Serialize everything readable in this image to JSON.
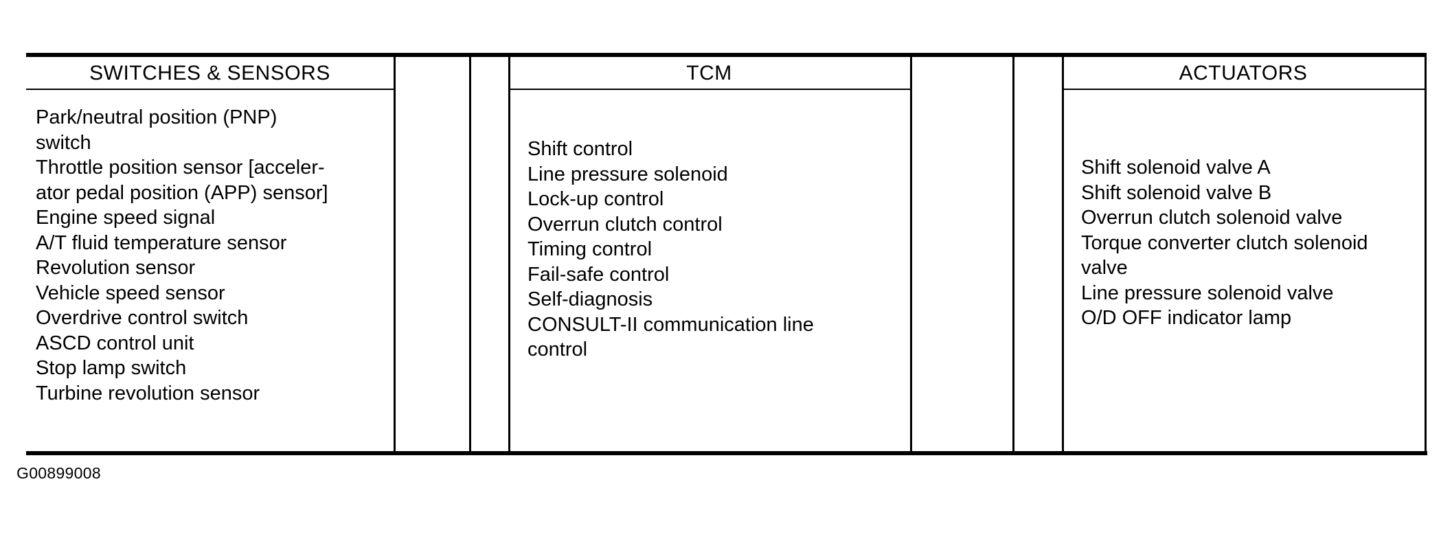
{
  "diagram": {
    "caption": "G00899008",
    "columns": [
      {
        "id": "switches-sensors",
        "title": "SWITCHES & SENSORS",
        "items": [
          "Park/neutral position (PNP)\nswitch",
          "Throttle position sensor [acceler-\nator pedal position (APP) sensor]",
          "Engine speed signal",
          "A/T fluid temperature sensor",
          "Revolution sensor",
          "Vehicle speed sensor",
          "Overdrive control switch",
          "ASCD control unit",
          "Stop lamp switch",
          "Turbine revolution sensor"
        ]
      },
      {
        "id": "tcm",
        "title": "TCM",
        "items": [
          "Shift control",
          "Line pressure solenoid",
          "Lock-up control",
          "Overrun clutch control",
          "Timing control",
          "Fail-safe control",
          "Self-diagnosis",
          "CONSULT-II communication line\ncontrol"
        ]
      },
      {
        "id": "actuators",
        "title": "ACTUATORS",
        "items": [
          "Shift solenoid valve A",
          "Shift solenoid valve B",
          "Overrun clutch solenoid valve",
          "Torque converter clutch solenoid\nvalve",
          "Line pressure solenoid valve",
          "O/D OFF indicator lamp"
        ]
      }
    ]
  },
  "colors": {
    "ink": "#000000",
    "paper": "#ffffff"
  }
}
